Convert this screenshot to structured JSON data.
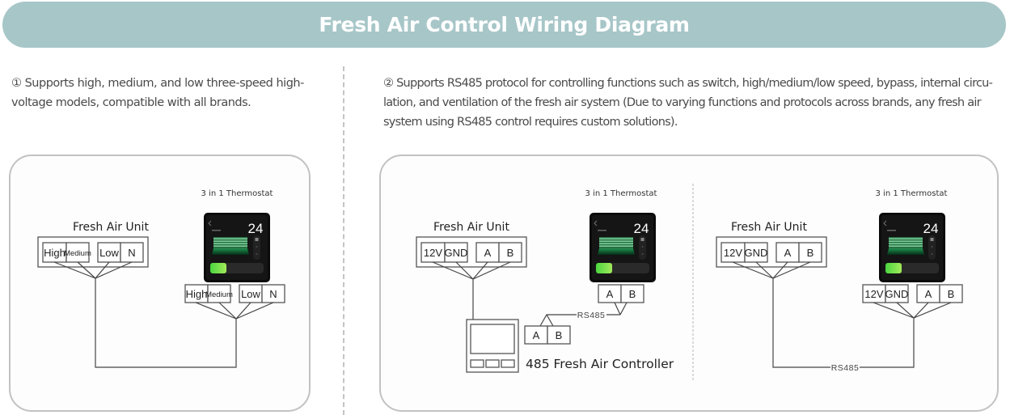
{
  "header": {
    "title": "Fresh Air Control Wiring Diagram",
    "background": "#a7c6c8"
  },
  "descriptions": [
    {
      "text": "① Supports high, medium, and low three-speed high-voltage models, compatible with all brands."
    },
    {
      "text": "② Supports RS485 protocol for controlling functions such as switch, high/medium/low speed, bypass, internal circu-lation, and ventilation of the fresh air system (Due to varying functions and protocols across brands, any fresh air system using RS485 control requires custom solutions)."
    }
  ],
  "diagrams": {
    "high_voltage": {
      "unit_label": "Fresh Air Unit",
      "unit_terminals": [
        "High",
        "Medium",
        "Low",
        "N"
      ],
      "thermostat_label": "3 in 1  Thermostat",
      "thermostat_temp": "24",
      "thermostat_terminals": [
        "High",
        "Medium",
        "Low",
        "N"
      ]
    },
    "rs485_controller": {
      "unit_label": "Fresh Air Unit",
      "unit_terminals": [
        "12V",
        "GND",
        "A",
        "B"
      ],
      "thermostat_label": "3 in 1  Thermostat",
      "thermostat_temp": "24",
      "thermostat_terminals": [
        "A",
        "B"
      ],
      "bus_label": "RS485",
      "controller_terminals": [
        "A",
        "B"
      ],
      "controller_label": "485 Fresh Air Controller"
    },
    "rs485_direct": {
      "unit_label": "Fresh Air Unit",
      "unit_terminals": [
        "12V",
        "GND",
        "A",
        "B"
      ],
      "thermostat_label": "3 in 1  Thermostat",
      "thermostat_temp": "24",
      "thermostat_terminals": [
        "12V",
        "GND",
        "A",
        "B"
      ],
      "bus_label": "RS485"
    }
  },
  "thermostat_screen": {
    "fan_speed_fraction": 0.3,
    "accent": "#2fd36a",
    "bar_accent": "#7be04a"
  }
}
